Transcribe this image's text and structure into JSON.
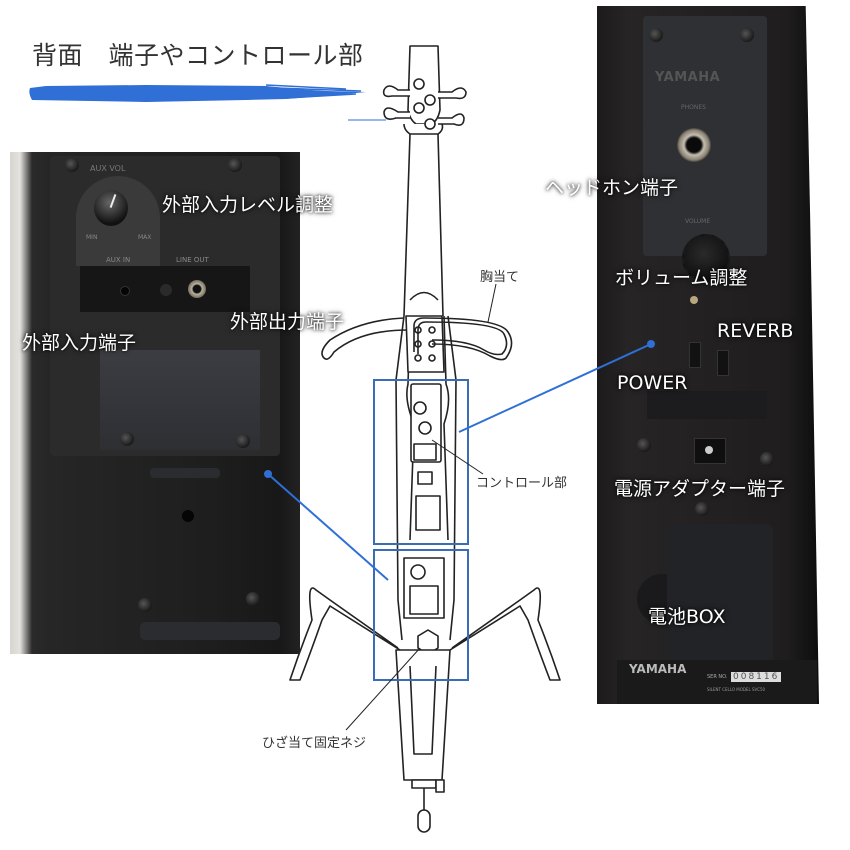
{
  "title": "背面　端子やコントロール部",
  "accent_color": "#2f6fd6",
  "highlight_box_color": "#3a6db3",
  "left_photo": {
    "panel_labels": {
      "aux_vol": "AUX VOL",
      "min": "MIN",
      "max": "MAX",
      "aux_in": "AUX IN",
      "line_out": "LINE OUT"
    },
    "callouts": {
      "aux_level": "外部入力レベル調整",
      "aux_output": "外部出力端子",
      "aux_input": "外部入力端子"
    }
  },
  "right_photo": {
    "brand": "YAMAHA",
    "panel_labels": {
      "phones": "PHONES",
      "volume": "VOLUME"
    },
    "serial_label": "SER NO.",
    "serial_number": "008116",
    "model_text": "SILENT CELLO MODEL SVC50",
    "callouts": {
      "headphone": "ヘッドホン端子",
      "volume": "ボリューム調整",
      "reverb": "REVERB",
      "power": "POWER",
      "adapter": "電源アダプター端子",
      "battery": "電池BOX"
    }
  },
  "drawing": {
    "callouts": {
      "chest_rest": "胸当て",
      "control": "コントロール部",
      "knee_screw": "ひざ当て固定ネジ"
    }
  }
}
